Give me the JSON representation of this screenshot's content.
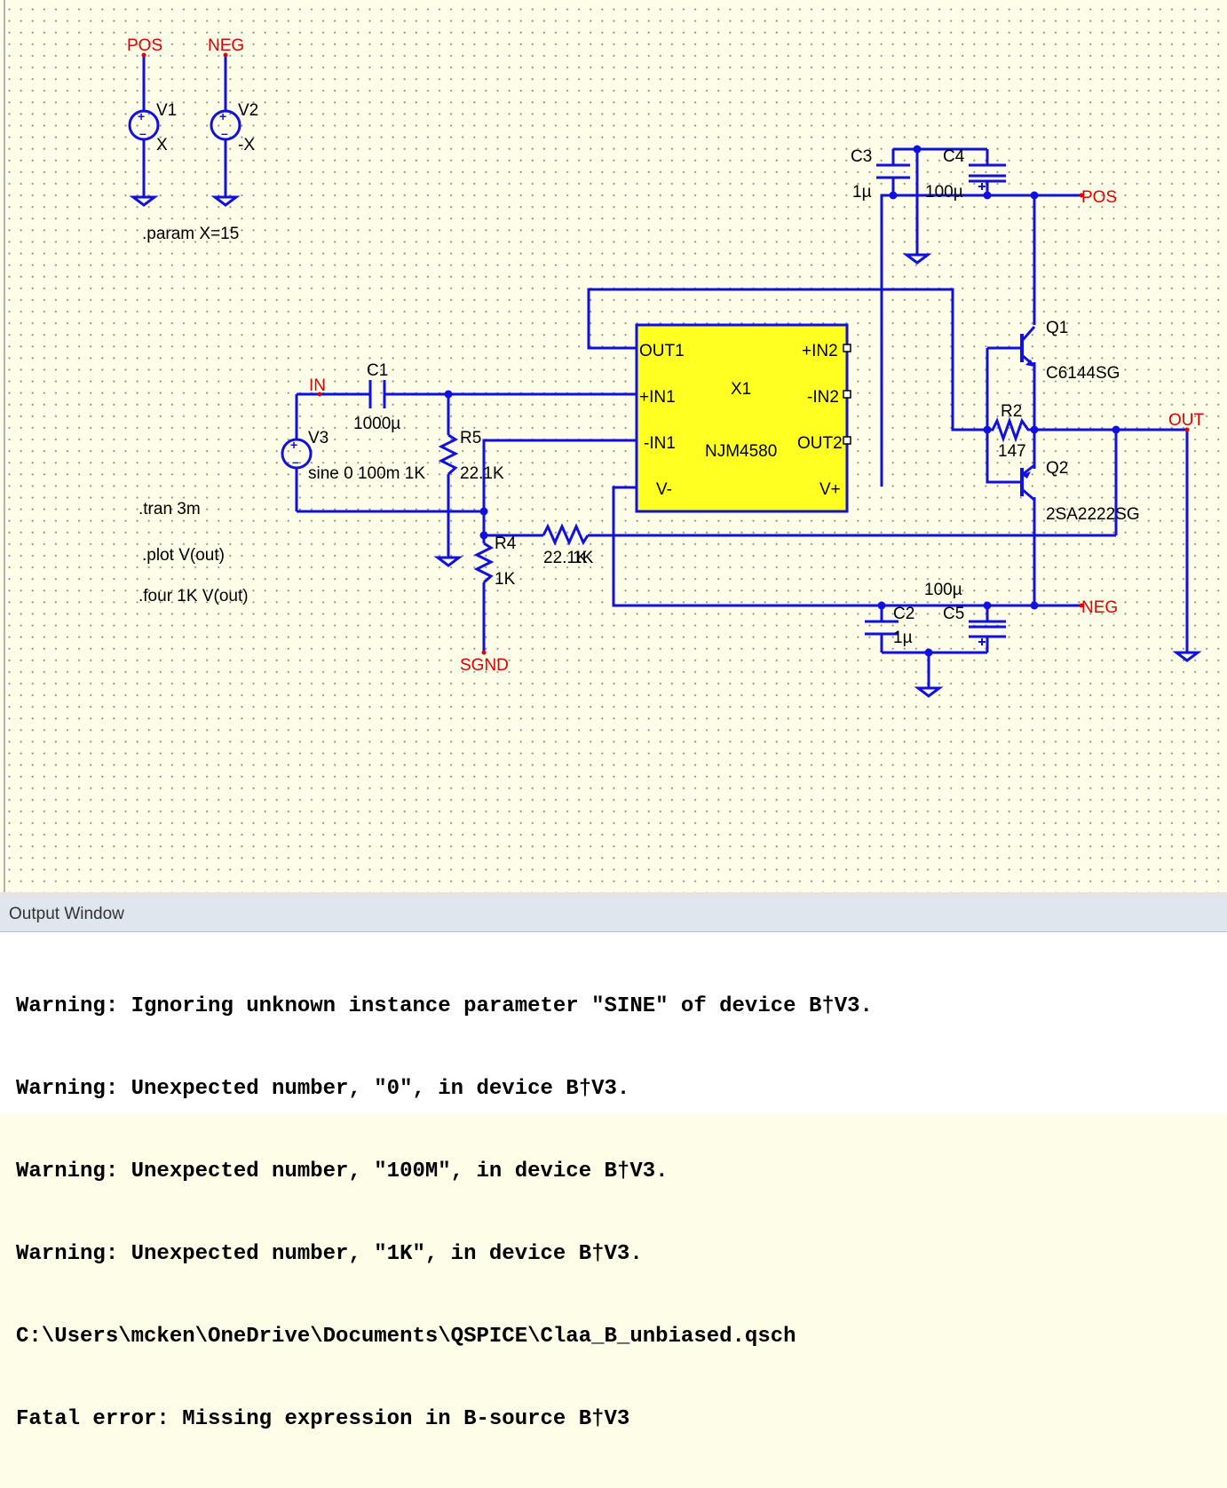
{
  "schematic": {
    "components": {
      "v1": {
        "name": "V1",
        "value": "X"
      },
      "v2": {
        "name": "V2",
        "value": "-X"
      },
      "v3": {
        "name": "V3",
        "value": "sine 0 100m 1K"
      },
      "c1": {
        "name": "C1",
        "value": "1000µ"
      },
      "c2": {
        "name": "C2",
        "value": "1µ"
      },
      "c3": {
        "name": "C3",
        "value": "1µ"
      },
      "c4": {
        "name": "C4",
        "value": "100µ"
      },
      "c5": {
        "name": "C5",
        "value": "100µ"
      },
      "r2": {
        "name": "R2",
        "value": "147"
      },
      "r4": {
        "name": "R4",
        "value": "1K"
      },
      "r5": {
        "name": "R5",
        "value": "22.1K"
      },
      "r_fb": {
        "value_a": "22.1K",
        "value_b": "1K"
      },
      "q1": {
        "name": "Q1",
        "value": "C6144SG"
      },
      "q2": {
        "name": "Q2",
        "value": "2SA2222SG"
      },
      "x1": {
        "name": "X1",
        "value": "NJM4580",
        "pins": {
          "out1": "OUT1",
          "in1p": "+IN1",
          "in1n": "-IN1",
          "vneg": "V-",
          "in2p": "+IN2",
          "in2n": "-IN2",
          "out2": "OUT2",
          "vpos": "V+"
        }
      }
    },
    "nets": {
      "pos_top": "POS",
      "neg_top": "NEG",
      "in": "IN",
      "pos_right": "POS",
      "out": "OUT",
      "neg_right": "NEG",
      "sgnd": "SGND"
    },
    "directives": {
      "param": ".param X=15",
      "tran": ".tran 3m",
      "plot": ".plot V(out)",
      "four": ".four 1K V(out)"
    },
    "colors": {
      "wire": "#1010e0",
      "net_label": "#e00000",
      "opamp_fill": "#ffff22",
      "background": "#fdfde8"
    }
  },
  "output_window": {
    "title": "Output Window",
    "lines": [
      "Warning: Ignoring unknown instance parameter \"SINE\" of device B†V3.",
      "Warning: Unexpected number, \"0\", in device B†V3.",
      "Warning: Unexpected number, \"100M\", in device B†V3.",
      "Warning: Unexpected number, \"1K\", in device B†V3.",
      "C:\\Users\\mcken\\OneDrive\\Documents\\QSPICE\\Claa_B_unbiased.qsch",
      "Fatal error: Missing expression in B-source B†V3"
    ]
  }
}
